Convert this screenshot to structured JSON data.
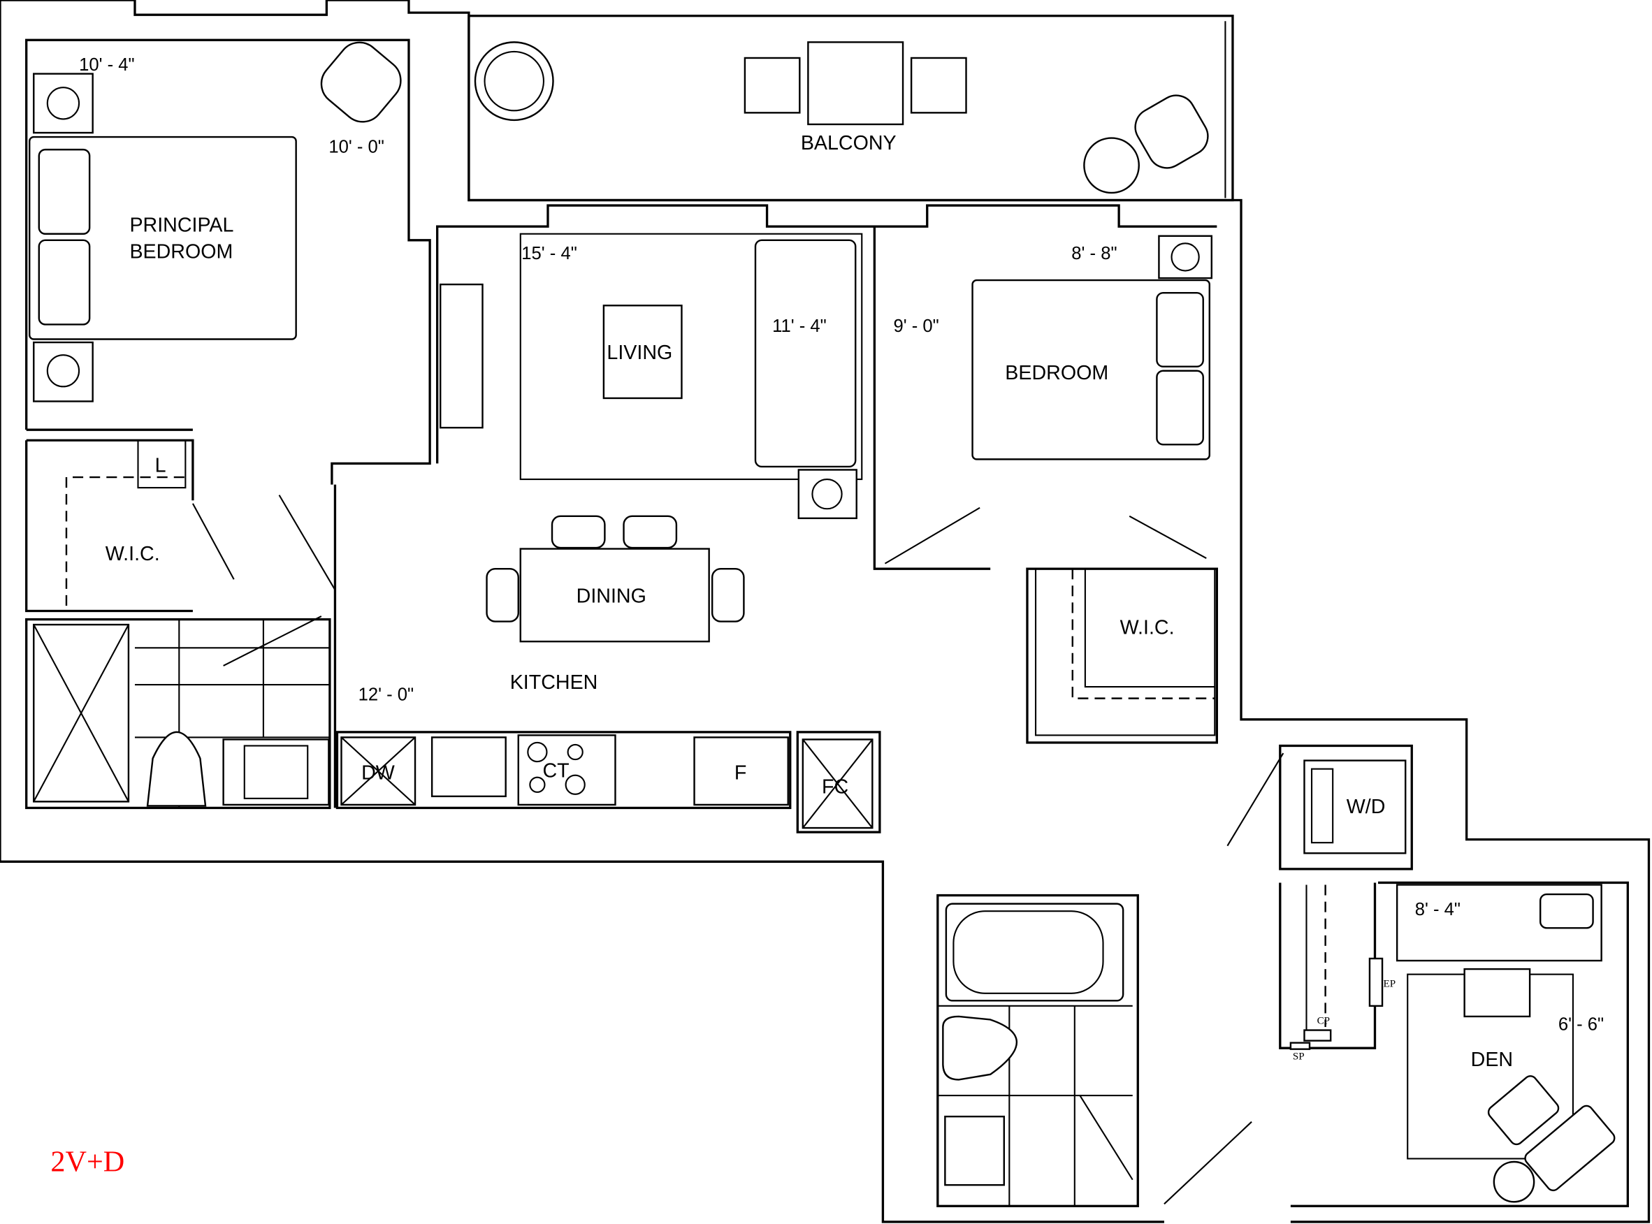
{
  "plan": {
    "unit_code": "2V+D",
    "unit_code_color": "#ff0000",
    "rooms": {
      "principal_bedroom": [
        "PRINCIPAL",
        "BEDROOM"
      ],
      "balcony": "BALCONY",
      "living": "LIVING",
      "bedroom": "BEDROOM",
      "wic_left": "W.I.C.",
      "wic_right": "W.I.C.",
      "dining": "DINING",
      "kitchen": "KITCHEN",
      "den": "DEN"
    },
    "dimensions": {
      "principal_width": "10' - 4\"",
      "principal_length": "10' - 0\"",
      "living_length": "15' - 4\"",
      "living_width": "11' - 4\"",
      "bedroom_width": "9' - 0\"",
      "bedroom_length": "8' - 8\"",
      "kitchen": "12' - 0\"",
      "den_length": "8' - 4\"",
      "den_width": "6' - 6\""
    },
    "fixtures": {
      "linen": "L",
      "dishwasher": "DW",
      "cooktop": "CT",
      "fridge": "F",
      "fan_coil": "FC",
      "washer_dryer": "W/D",
      "electrical_panel": "EP",
      "cable_panel": "CP",
      "sprinkler_panel": "SP"
    }
  }
}
